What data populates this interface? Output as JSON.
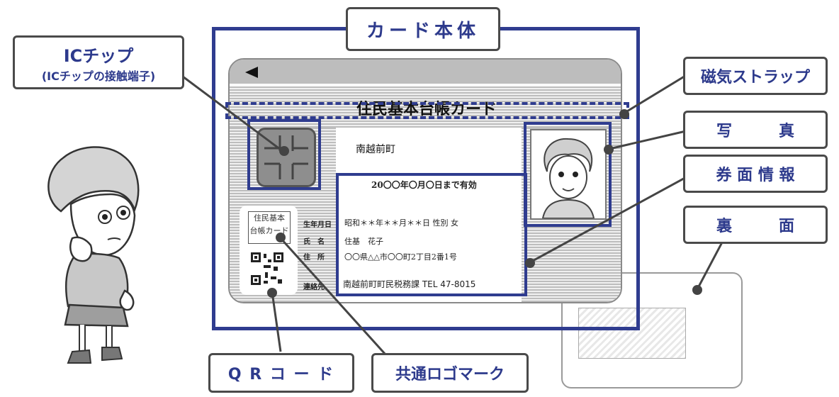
{
  "labels": {
    "card_body": "カード本体",
    "ic_chip": "ICチップ",
    "ic_chip_sub": "(ICチップの接触端子)",
    "magnetic_strip": "磁気ストラップ",
    "photo": "写　　　真",
    "face_info": "券 面 情 報",
    "back": "裏　　　面",
    "qr_code": "Q R コ ー ド",
    "common_logo": "共通ロゴマーク"
  },
  "card": {
    "title": "住民基本台帳カード",
    "town": "南越前町",
    "validity": "20〇〇年〇月〇日まで有効",
    "birth_line": "昭和＊＊年＊＊月＊＊日 性別 女",
    "name_line": "住基　花子",
    "address_line": "〇〇県△△市〇〇町2丁目2番1号",
    "contact_line": "南越前町町民税務課 TEL 47-8015",
    "field_birth": "生年月日",
    "field_name": "氏　名",
    "field_address": "住　所",
    "field_contact": "連絡先",
    "logo_text_1": "住民基本",
    "logo_text_2": "台帳カード"
  },
  "colors": {
    "accent": "#2f3c8f",
    "label_text": "#2d3a8c"
  }
}
